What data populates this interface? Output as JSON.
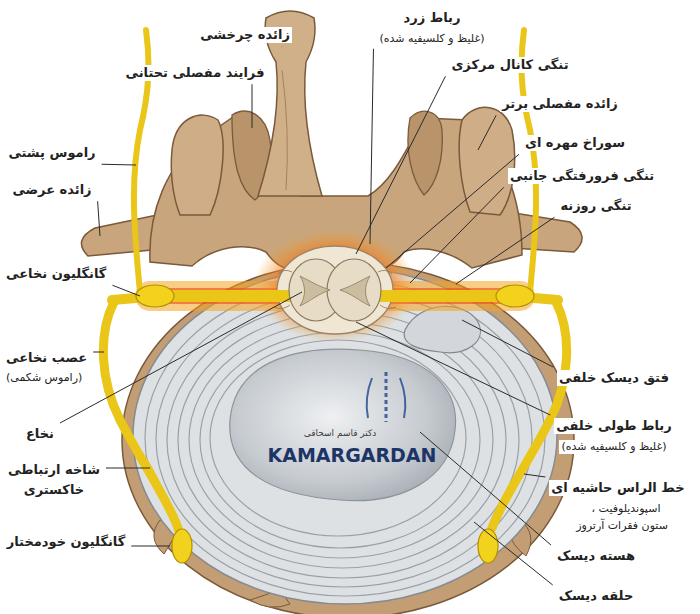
{
  "diagram": {
    "labels": [
      "زائده چرخشی",
      "فرایند مفصلی تحتانی",
      "رباط زرد",
      "(غلیظ و کلسیفیه شده)",
      "تنگی کانال مرکزی",
      "زائده مفصلی برتر",
      "سوراخ مهره ای",
      "تنگی فرورفتگی جانبی",
      "تنگی روزنه",
      "راموس پشتی",
      "زائده عرضی",
      "گانگلیون نخاعی",
      "عصب نخاعی",
      "(راموس شکمی)",
      "نخاع",
      "شاخه ارتباطی",
      "خاکستری",
      "گانگلیون خودمختار",
      "فتق دیسک خلفی",
      "رباط طولی خلفی",
      "(غلیظ و کلسیفیه شده)",
      "خط الراس حاشیه ای",
      "اسپوندیلوفیت ،",
      "ستون فقرات آرتروز",
      "هسته دیسک",
      "حلقه دیسک",
      "KAMARGARDAN",
      "دکتر قاسم اسحاقی"
    ]
  }
}
